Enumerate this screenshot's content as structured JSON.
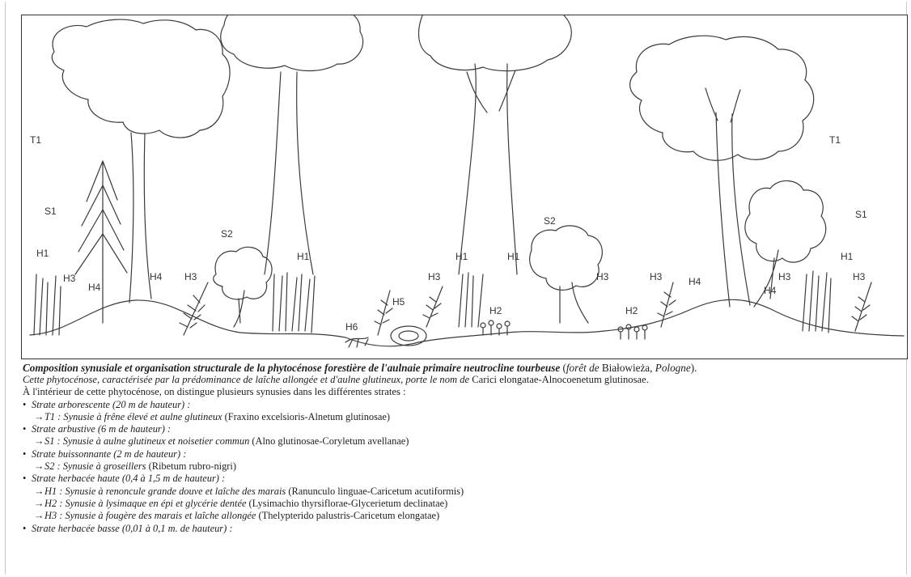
{
  "figure": {
    "labels": {
      "t1_left": "T1",
      "t1_right": "T1",
      "s1_left": "S1",
      "s1_right": "S1",
      "s2_left": "S2",
      "s2_right": "S2",
      "h1_a": "H1",
      "h1_b": "H1",
      "h1_c": "H1",
      "h1_d": "H1",
      "h1_e": "H1",
      "h3_a": "H3",
      "h3_b": "H3",
      "h3_c": "H3",
      "h3_d": "H3",
      "h3_e": "H3",
      "h3_f": "H3",
      "h3_g": "H3",
      "h4_a": "H4",
      "h4_b": "H4",
      "h4_c": "H4",
      "h4_d": "H4",
      "h2_a": "H2",
      "h2_b": "H2",
      "h5": "H5",
      "h6": "H6"
    }
  },
  "caption": {
    "title_bold": "Composition synusiale et organisation structurale de la phytocénose forestière de l'aulnaie primaire neutrocline tourbeuse",
    "title_paren_open": " (",
    "title_foret": "forêt de",
    "title_place": " Białowieża, ",
    "title_country": "Pologne",
    "title_paren_close": ").",
    "line2_italic": "Cette phytocénose, caractérisée par la prédominance de laîche allongée et d'aulne glutineux, porte le nom de",
    "line2_name": " Carici elongatae-Alnocoenetum glutinosae.",
    "line3": "À l'intérieur de cette phytocénose, on distingue plusieurs synusies dans les différentes strates :",
    "items": [
      {
        "type": "bullet",
        "italic": "Strate arborescente (20 m de hauteur) :",
        "normal": ""
      },
      {
        "type": "sub",
        "italic": "T1 : Synusie à frêne élevé et aulne glutineux",
        "normal": " (Fraxino excelsioris-Alnetum glutinosae)"
      },
      {
        "type": "bullet",
        "italic": "Strate arbustive (6 m de hauteur) :",
        "normal": ""
      },
      {
        "type": "sub",
        "italic": "S1 : Synusie à aulne glutineux et noisetier commun",
        "normal": " (Alno glutinosae-Coryletum avellanae)"
      },
      {
        "type": "bullet",
        "italic": "Strate buissonnante (2 m de hauteur) :",
        "normal": ""
      },
      {
        "type": "sub",
        "italic": "S2 : Synusie à groseillers",
        "normal": " (Ribetum rubro-nigri)"
      },
      {
        "type": "bullet",
        "italic": "Strate herbacée haute (0,4 à 1,5 m de hauteur) :",
        "normal": ""
      },
      {
        "type": "sub",
        "italic": "H1 : Synusie à renoncule grande douve et laîche des marais",
        "normal": " (Ranunculo linguae-Caricetum acutiformis)"
      },
      {
        "type": "sub",
        "italic": "H2 : Synusie à lysimaque en épi et glycérie dentée",
        "normal": " (Lysimachio thyrsiflorae-Glycerietum declinatae)"
      },
      {
        "type": "sub",
        "italic": "H3 : Synusie à fougère des marais et laîche allongée",
        "normal": " (Thelypterido palustris-Caricetum elongatae)"
      },
      {
        "type": "bullet",
        "italic": "Strate herbacée basse (0,01 à 0,1 m. de hauteur) :",
        "normal": ""
      }
    ],
    "bullet_glyph": "•",
    "arrow_glyph": "→"
  }
}
